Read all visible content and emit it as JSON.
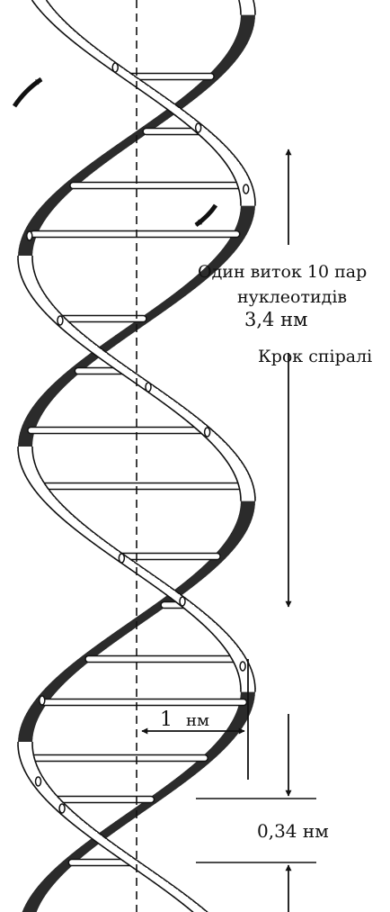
{
  "labels": {
    "turn_line1": "Один виток 10 пар",
    "turn_line2": "нуклеотидів",
    "pitch_value": "3,4 нм",
    "pitch_name": "Крок спіралі",
    "radius_value": "1",
    "radius_unit": "нм",
    "rise_value": "0,34 нм"
  },
  "colors": {
    "ink": "#111111",
    "strand_light": "#ffffff",
    "strand_dark": "#2b2b2b",
    "background": "#ffffff"
  },
  "icons": {
    "rotation_arrow": "curved-arrow",
    "sugar_marker": "small-oval"
  }
}
